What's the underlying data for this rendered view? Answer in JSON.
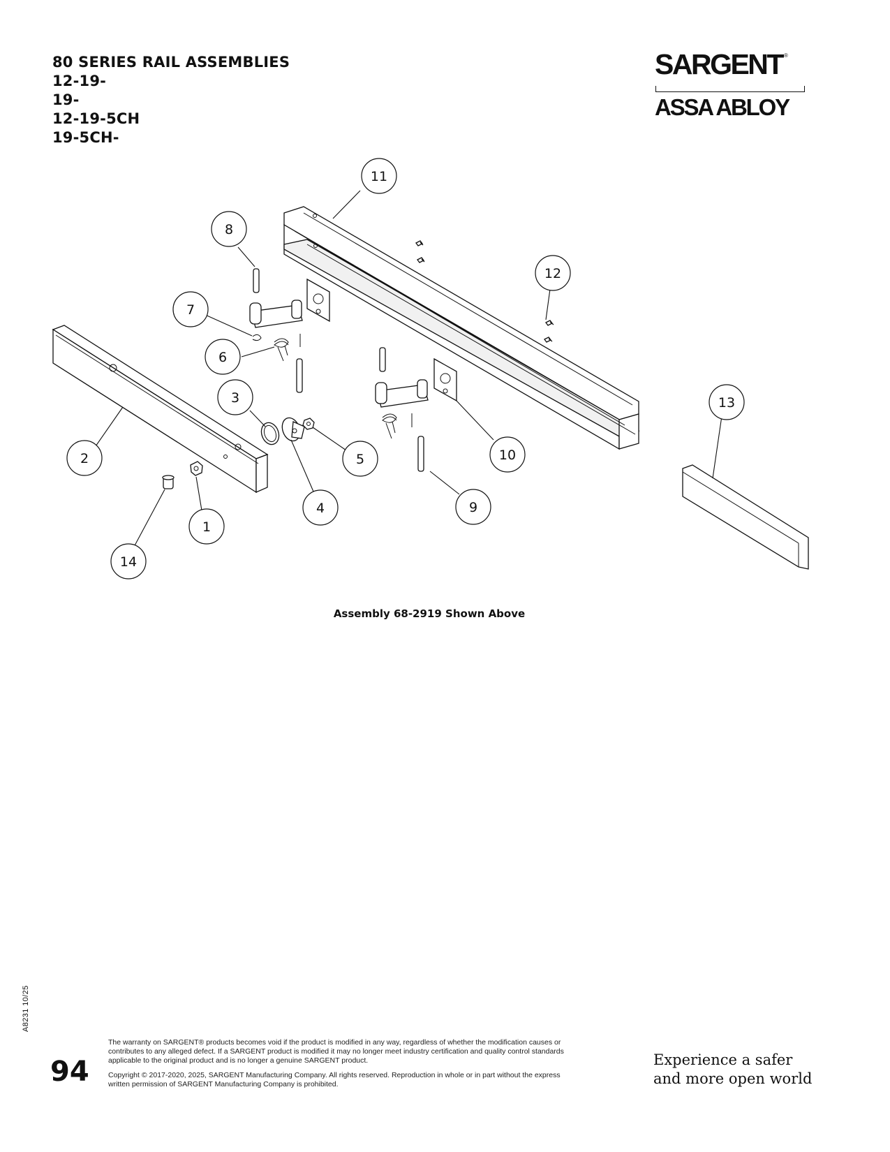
{
  "header": {
    "title_lines": [
      "80 SERIES RAIL ASSEMBLIES",
      "12-19-",
      "19-",
      "12-19-5CH",
      "19-5CH-"
    ]
  },
  "brand": {
    "name": "SARGENT",
    "registered": "®",
    "parent": "ASSA ABLOY"
  },
  "diagram": {
    "callouts": [
      "1",
      "2",
      "3",
      "4",
      "5",
      "6",
      "7",
      "8",
      "9",
      "10",
      "11",
      "12",
      "13",
      "14"
    ],
    "caption": "Assembly 68-2919 Shown Above"
  },
  "footer": {
    "doc_number": "A8231  10/25",
    "page_number": "94",
    "warranty_text": "The warranty on SARGENT® products becomes void if the product is modified in any way, regardless of whether the modification causes or contributes to any alleged defect. If a SARGENT product is modified it may no longer meet industry certification and quality control standards applicable to the original product and is no longer a genuine SARGENT product.",
    "copyright_text": "Copyright © 2017-2020, 2025, SARGENT Manufacturing Company. All rights reserved. Reproduction in whole or in part without the express written permission of SARGENT Manufacturing Company is prohibited.",
    "slogan_line1": "Experience a safer",
    "slogan_line2": "and more open world"
  },
  "colors": {
    "ink": "#111111",
    "paper": "#ffffff"
  }
}
